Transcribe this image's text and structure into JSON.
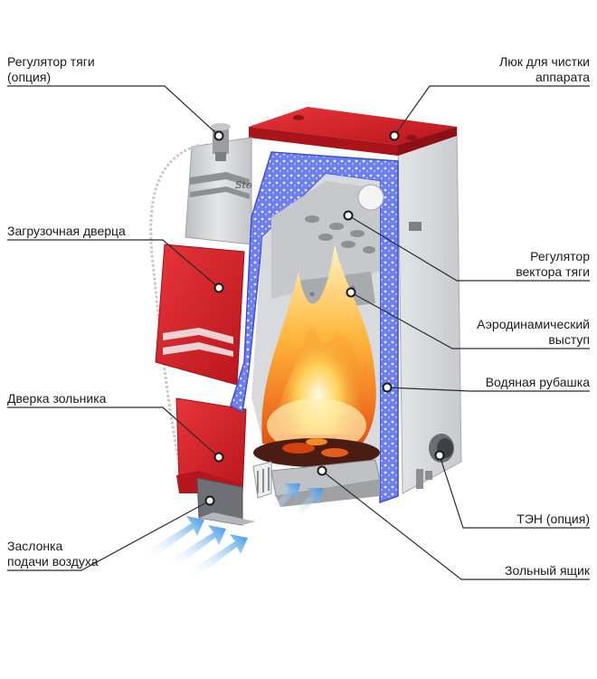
{
  "labels": {
    "draft_regulator": {
      "line1": "Регулятор тяги",
      "line2": "(опция)"
    },
    "cleaning_hatch": {
      "line1": "Люк для чистки",
      "line2": "аппарата"
    },
    "loading_door": {
      "line1": "Загрузочная дверца"
    },
    "vector_regulator": {
      "line1": "Регулятор",
      "line2": "вектора тяги"
    },
    "aerodynamic_ledge": {
      "line1": "Аэродинамический",
      "line2": "выступ"
    },
    "water_jacket": {
      "line1": "Водяная рубашка"
    },
    "ash_door": {
      "line1": "Дверка зольника"
    },
    "heater": {
      "line1": "ТЭН (опция)"
    },
    "air_damper": {
      "line1": "Заслонка",
      "line2": "подачи воздуха"
    },
    "ash_box": {
      "line1": "Зольный ящик"
    }
  },
  "colors": {
    "red": "#d8232a",
    "steel": "#d2d2d4",
    "steel_dark": "#9c9ea3",
    "water": "#5a6ee8",
    "flame": "#f5a623",
    "air": "#4da3e8"
  }
}
